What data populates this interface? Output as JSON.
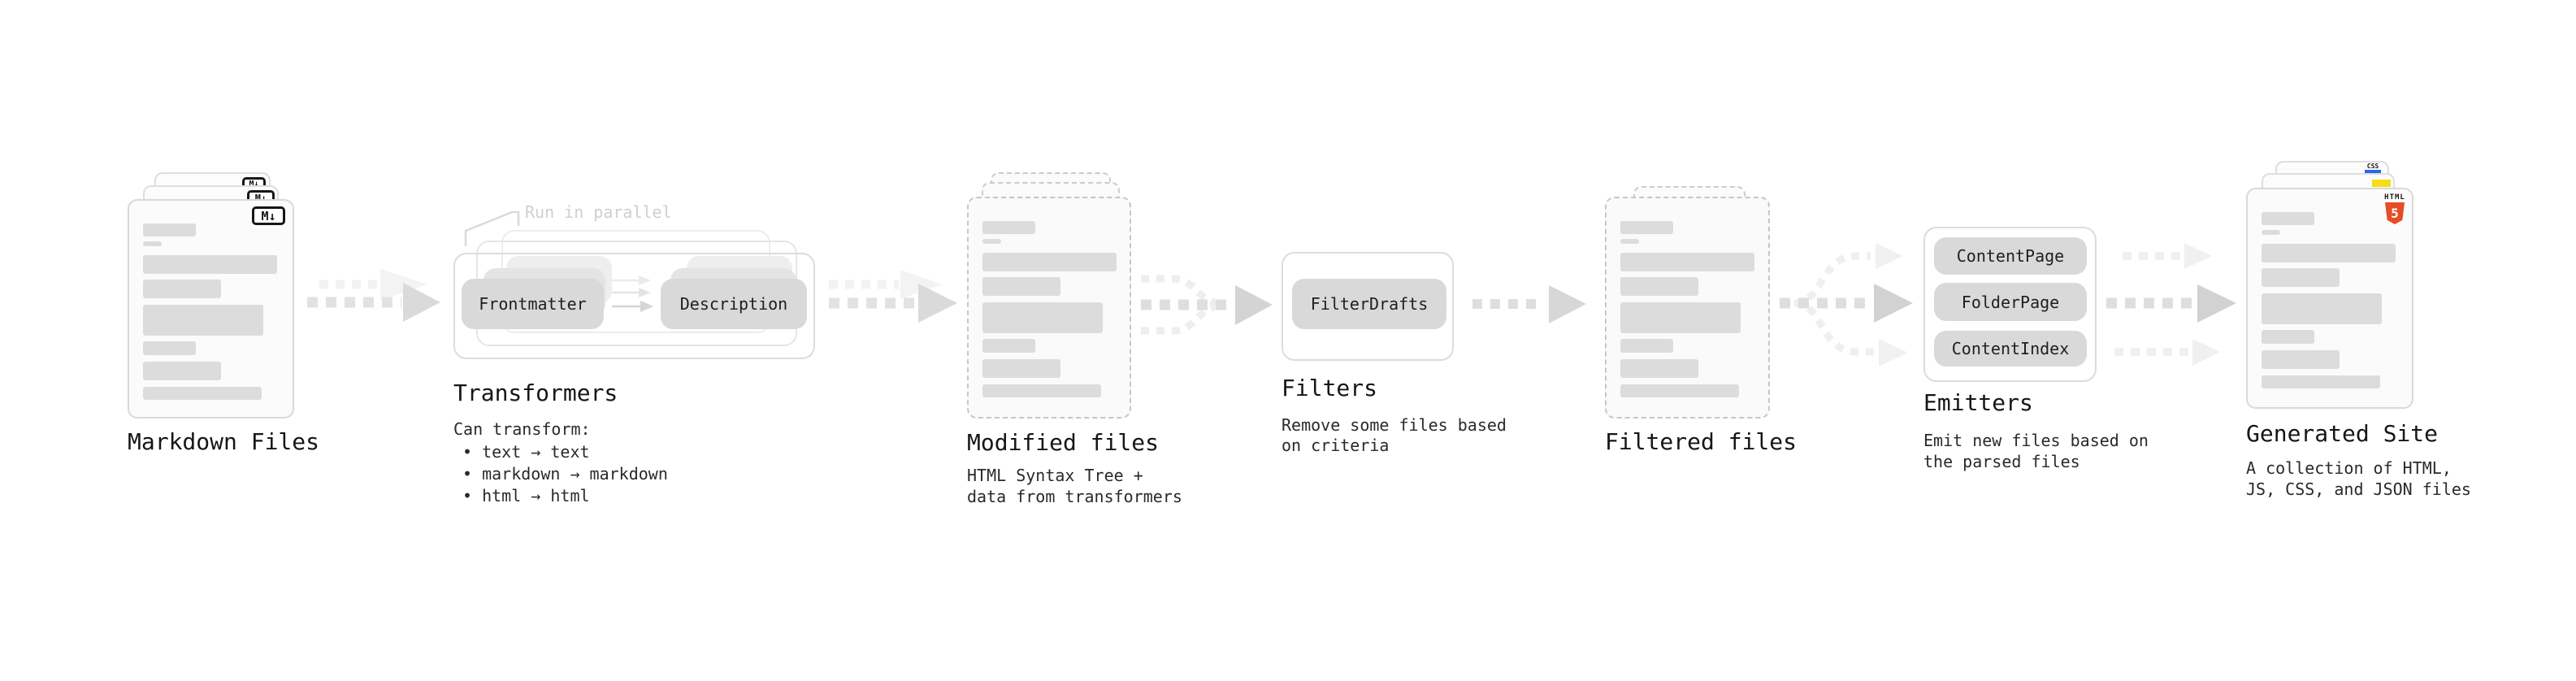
{
  "diagram": {
    "markdown_files": {
      "title": "Markdown Files",
      "badge": "M↓"
    },
    "transformers": {
      "title": "Transformers",
      "parallel_note": "Run in parallel",
      "pills": [
        "Frontmatter",
        "Description"
      ],
      "heading": "Can transform:",
      "bullets": [
        "• text → text",
        "• markdown → markdown",
        "• html → html"
      ]
    },
    "modified_files": {
      "title": "Modified files",
      "subtitle": [
        "HTML Syntax Tree +",
        "data from transformers"
      ]
    },
    "filters": {
      "title": "Filters",
      "pill": "FilterDrafts",
      "subtitle": [
        "Remove some files based",
        "on criteria"
      ]
    },
    "filtered_files": {
      "title": "Filtered files"
    },
    "emitters": {
      "title": "Emitters",
      "pills": [
        "ContentPage",
        "FolderPage",
        "ContentIndex"
      ],
      "subtitle": [
        "Emit new files based on",
        "the parsed files"
      ]
    },
    "generated_site": {
      "title": "Generated Site",
      "subtitle": [
        "A collection of HTML,",
        "JS, CSS, and JSON files"
      ],
      "css_badge": "CSS",
      "html_badge_label": "HTML",
      "html_badge_number": "5"
    },
    "colors": {
      "html5_orange": "#E44D26",
      "js_yellow": "#F5DE19",
      "css_blue": "#2965F1"
    }
  }
}
